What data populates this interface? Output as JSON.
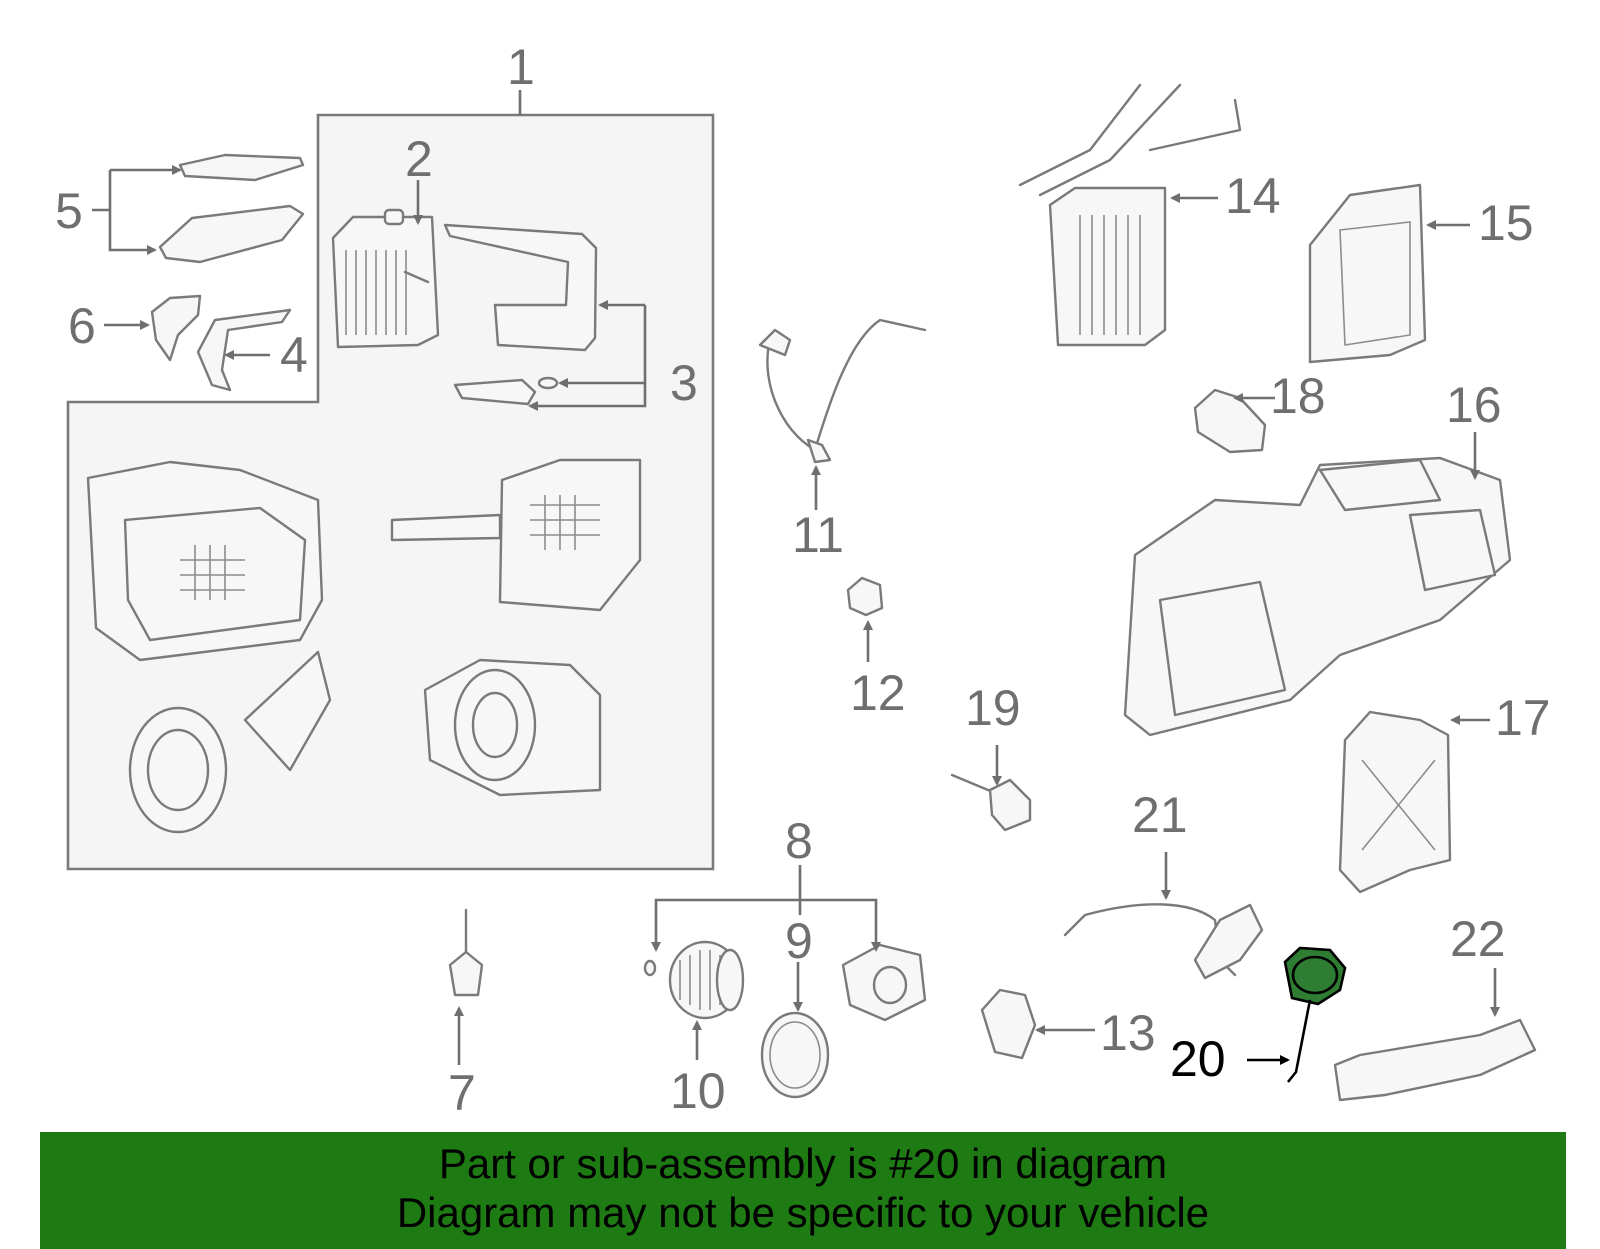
{
  "callouts": [
    "1",
    "2",
    "3",
    "4",
    "5",
    "6",
    "7",
    "8",
    "9",
    "10",
    "11",
    "12",
    "13",
    "14",
    "15",
    "16",
    "17",
    "18",
    "19",
    "20",
    "21",
    "22"
  ],
  "highlighted_callout": "20",
  "banner": {
    "line1": "Part or sub-assembly is #20 in diagram",
    "line2": "Diagram may not be specific to your vehicle"
  },
  "colors": {
    "banner": "#1e7a12",
    "highlight": "#2e7d32",
    "lines": "#7a7a7a"
  }
}
